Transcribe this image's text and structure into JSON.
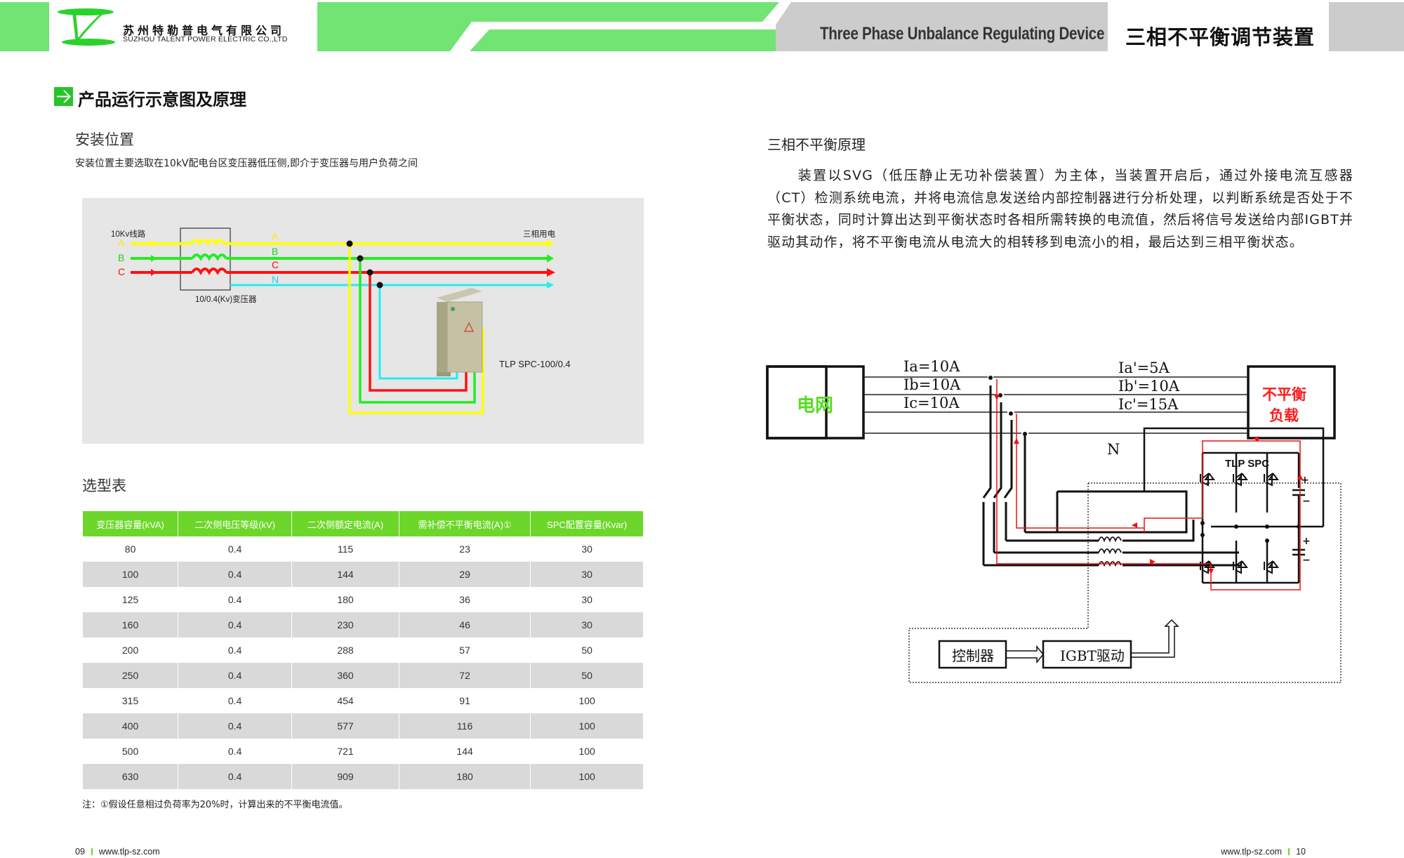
{
  "header": {
    "company_cn": "苏州特勒普电气有限公司",
    "company_en": "SUZHOU TALENT POWER ELECTRIC CO.,LTD",
    "title_en": "Three Phase Unbalance Regulating Device",
    "title_cn": "三相不平衡调节装置",
    "logo_icon": "tlp-logo-icon",
    "colors": {
      "brand_green": "#72e474",
      "banner_gray": "#cccccc"
    }
  },
  "section": {
    "icon": "arrow-right-icon",
    "title": "产品运行示意图及原理"
  },
  "left": {
    "install": {
      "subtitle": "安装位置",
      "description": "安装位置主要选取在10kV配电台区变压器低压侧,即介于变压器与用户负荷之间"
    },
    "diagram": {
      "line_label": "10Kv线路",
      "transformer_label": "10/0.4(Kv)变压器",
      "output_label": "三相用电",
      "device_label": "TLP SPC-100/0.4",
      "input_phases": [
        "A",
        "B",
        "C"
      ],
      "output_phases": [
        "A",
        "B",
        "C",
        "N"
      ],
      "phase_colors": {
        "A": "#ffff00",
        "B": "#22ee22",
        "C": "#ff1111",
        "N": "#22eeee"
      }
    },
    "table": {
      "title": "选型表",
      "headers": [
        "变压器容量(kVA)",
        "二次侧电压等级(kV)",
        "二次侧额定电流(A)",
        "需补偿不平衡电流(A)①",
        "SPC配置容量(Kvar)"
      ],
      "rows": [
        [
          "80",
          "0.4",
          "115",
          "23",
          "30"
        ],
        [
          "100",
          "0.4",
          "144",
          "29",
          "30"
        ],
        [
          "125",
          "0.4",
          "180",
          "36",
          "30"
        ],
        [
          "160",
          "0.4",
          "230",
          "46",
          "30"
        ],
        [
          "200",
          "0.4",
          "288",
          "57",
          "50"
        ],
        [
          "250",
          "0.4",
          "360",
          "72",
          "50"
        ],
        [
          "315",
          "0.4",
          "454",
          "91",
          "100"
        ],
        [
          "400",
          "0.4",
          "577",
          "116",
          "100"
        ],
        [
          "500",
          "0.4",
          "721",
          "144",
          "100"
        ],
        [
          "630",
          "0.4",
          "909",
          "180",
          "100"
        ]
      ],
      "header_color": "#6cd72a",
      "stripe_color": "#d9d9d9"
    },
    "note": "注：①假设任意相过负荷率为20%时，计算出来的不平衡电流值。"
  },
  "right": {
    "subtitle": "三相不平衡原理",
    "paragraph": "装置以SVG（低压静止无功补偿装置）为主体，当装置开启后，通过外接电流互感器（CT）检测系统电流，并将电流信息发送给内部控制器进行分析处理，以判断系统是否处于不平衡状态，同时计算出达到平衡状态时各相所需转换的电流值，然后将信号发送给内部IGBT并驱动其动作，将不平衡电流从电流大的相转移到电流小的相，最后达到三相平衡状态。",
    "circuit": {
      "grid_label": "电网",
      "load_label_line1": "不平衡",
      "load_label_line2": "负载",
      "input_currents": [
        "Ia=10A",
        "Ib=10A",
        "Ic=10A"
      ],
      "output_currents": [
        "Ia'=5A",
        "Ib'=10A",
        "Ic'=15A"
      ],
      "neutral_label": "N",
      "device_label": "TLP SPC",
      "controller_label": "控制器",
      "driver_label": "IGBT驱动"
    }
  },
  "footer": {
    "left_page": "09",
    "left_url": "www.tlp-sz.com",
    "right_url": "www.tlp-sz.com",
    "right_page": "10"
  }
}
